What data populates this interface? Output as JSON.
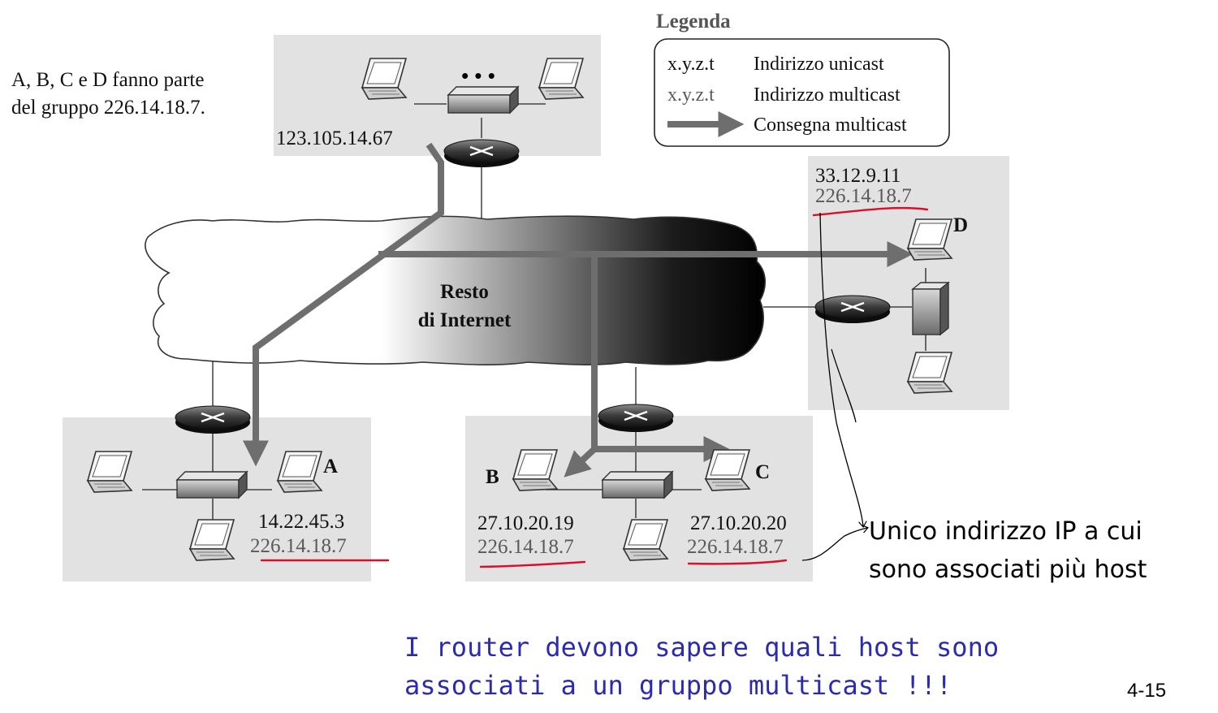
{
  "intro": {
    "line1": "A, B, C e D fanno parte",
    "line2": "del gruppo 226.14.18.7."
  },
  "legend": {
    "title": "Legenda",
    "unicast_sample": "x.y.z.t",
    "unicast_label": "Indirizzo unicast",
    "multicast_sample": "x.y.z.t",
    "multicast_label": "Indirizzo multicast",
    "delivery_label": "Consegna multicast"
  },
  "cloud": {
    "line1": "Resto",
    "line2": "di Internet"
  },
  "networks": {
    "source": {
      "unicast": "123.105.14.67",
      "dots": "• • •"
    },
    "a": {
      "label": "A",
      "unicast": "14.22.45.3",
      "multicast": "226.14.18.7"
    },
    "b": {
      "label": "B",
      "unicast": "27.10.20.19",
      "multicast": "226.14.18.7"
    },
    "c": {
      "label": "C",
      "unicast": "27.10.20.20",
      "multicast": "226.14.18.7"
    },
    "d": {
      "label": "D",
      "unicast": "33.12.9.11",
      "multicast": "226.14.18.7"
    }
  },
  "annotation": {
    "line1": "Unico indirizzo IP a cui",
    "line2": "sono associati più host"
  },
  "footer": {
    "line1": "I router devono sapere quali host sono",
    "line2": "associati a un gruppo multicast !!!"
  },
  "slide_number": "4-15",
  "colors": {
    "panel": "#e2e2e2",
    "arrow": "#6e6e6e",
    "underline": "#d8102a",
    "footer_text": "#2b2bb0",
    "multicast_text": "#5a5a5a"
  }
}
